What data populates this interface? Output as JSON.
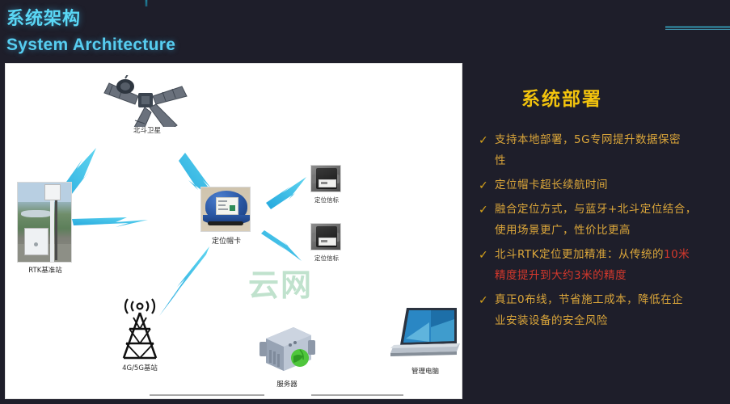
{
  "slide": {
    "background_color": "#1e1e2a",
    "heading_cn": "系统架构",
    "heading_en": "System Architecture",
    "accent_color": "#5ad7f5",
    "gold_color": "#f2c30d"
  },
  "diagram": {
    "panel_background": "#ffffff",
    "watermark": "云网",
    "watermark_color": "#2da05a",
    "link_color": "#2fb3e0",
    "nodes": [
      {
        "id": "satellite",
        "label": "北斗卫星",
        "icon": "satellite-icon"
      },
      {
        "id": "rtk-base",
        "label": "RTK基准站",
        "icon": "rtk-base-station-photo"
      },
      {
        "id": "helmet-card",
        "label": "定位帽卡",
        "icon": "positioning-helmet-card-photo"
      },
      {
        "id": "beacon-1",
        "label": "定位信标",
        "icon": "positioning-beacon-photo"
      },
      {
        "id": "beacon-2",
        "label": "定位信标",
        "icon": "positioning-beacon-photo"
      },
      {
        "id": "cell-tower",
        "label": "4G/5G基站",
        "icon": "cell-tower-icon"
      },
      {
        "id": "server",
        "label": "服务器",
        "icon": "server-icon"
      },
      {
        "id": "laptop",
        "label": "管理电脑",
        "icon": "laptop-icon"
      }
    ]
  },
  "right_panel": {
    "title": "系统部署",
    "bullet_marker": "✓",
    "bullets": [
      {
        "lines": [
          {
            "text": "支持本地部署，5G专网提升数据保密",
            "style": "gold"
          },
          {
            "text": "性",
            "style": "gold"
          }
        ]
      },
      {
        "lines": [
          {
            "text": "定位帽卡超长续航时间",
            "style": "gold"
          }
        ]
      },
      {
        "lines": [
          {
            "text": "融合定位方式，与蓝牙+北斗定位结合，",
            "style": "gold"
          },
          {
            "text": "使用场景更广，性价比更高",
            "style": "gold"
          }
        ]
      },
      {
        "lines": [
          {
            "text": "北斗RTK定位更加精准：从传统的",
            "style": "gold",
            "tail": "10米",
            "tail_style": "red"
          },
          {
            "text": "精度提升到大约3米的精度",
            "style": "red"
          }
        ]
      },
      {
        "lines": [
          {
            "text": "真正0布线，节省施工成本，降低在企",
            "style": "gold"
          },
          {
            "text": "业安装设备的安全风险",
            "style": "gold"
          }
        ]
      }
    ]
  }
}
